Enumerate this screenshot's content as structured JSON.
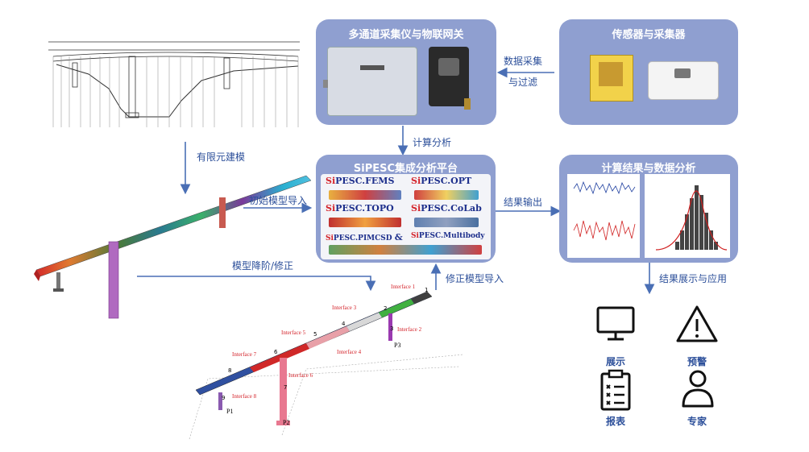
{
  "panels": {
    "gateway": {
      "title": "多通道采集仪与物联网关"
    },
    "sensors": {
      "title": "传感器与采集器"
    },
    "platform": {
      "title": "SiPESC集成分析平台"
    },
    "results": {
      "title": "计算结果与数据分析"
    }
  },
  "flow_labels": {
    "data_collect_line1": "数据采集",
    "data_collect_line2": "与过滤",
    "compute": "计算分析",
    "fem_modeling": "有限元建模",
    "initial_import": "初始模型导入",
    "reduce_correct": "模型降阶/修正",
    "corrected_import": "修正模型导入",
    "result_output": "结果输出",
    "display_apply": "结果展示与应用"
  },
  "products": [
    {
      "prefix": "Si",
      "name": "PESC.FEMS"
    },
    {
      "prefix": "Si",
      "name": "PESC.OPT"
    },
    {
      "prefix": "Si",
      "name": "PESC.TOPO"
    },
    {
      "prefix": "Si",
      "name": "PESC.CoLab"
    },
    {
      "prefix": "Si",
      "name": "PESC.PIMCSD"
    },
    {
      "prefix": "Si",
      "name": "PESC.Multibody"
    }
  ],
  "amp": "&",
  "interfaces": [
    "Interface 1",
    "Interface 2",
    "Interface 3",
    "Interface 4",
    "Interface 5",
    "Interface 6",
    "Interface 7",
    "Interface 8"
  ],
  "node_numbers": [
    "1",
    "2",
    "3",
    "4",
    "5",
    "6",
    "7",
    "8",
    "9"
  ],
  "piers": [
    "P1",
    "P2",
    "P3"
  ],
  "applications": [
    {
      "label": "展示",
      "icon": "monitor-icon"
    },
    {
      "label": "预警",
      "icon": "warning-icon"
    },
    {
      "label": "报表",
      "icon": "report-icon"
    },
    {
      "label": "专家",
      "icon": "expert-icon"
    }
  ],
  "colors": {
    "panel": "#8f9fd0",
    "arrow": "#4a6fb5",
    "text": "#2c4f9a",
    "red": "#d4232a"
  }
}
